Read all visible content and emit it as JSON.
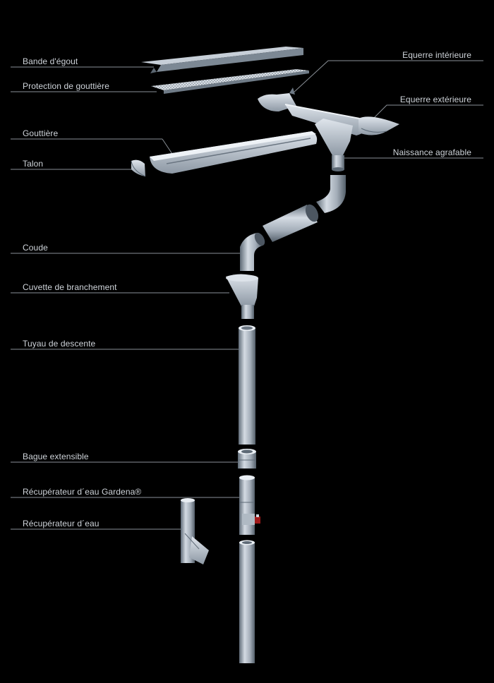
{
  "labels": {
    "bande_egout": "Bande d'égout",
    "protection_gouttiere": "Protection de gouttière",
    "gouttiere": "Gouttière",
    "talon": "Talon",
    "coude": "Coude",
    "cuvette_branchement": "Cuvette de branchement",
    "tuyau_descente": "Tuyau de descente",
    "bague_extensible": "Bague extensible",
    "recuperateur_gardena": "Récupérateur d´eau Gardena®",
    "recuperateur_eau": "Récupérateur d´eau",
    "equerre_interieure": "Equerre intérieure",
    "equerre_exterieure": "Equerre extérieure",
    "naissance_agrafable": "Naissance agrafable"
  },
  "colors": {
    "background": "#000000",
    "label_text": "#cfd4da",
    "leader_line": "#8a9097",
    "metal_light": "#c9d1da",
    "metal_mid": "#98a3ae",
    "metal_dark": "#5e6a76",
    "valve_red": "#a11a1a"
  }
}
